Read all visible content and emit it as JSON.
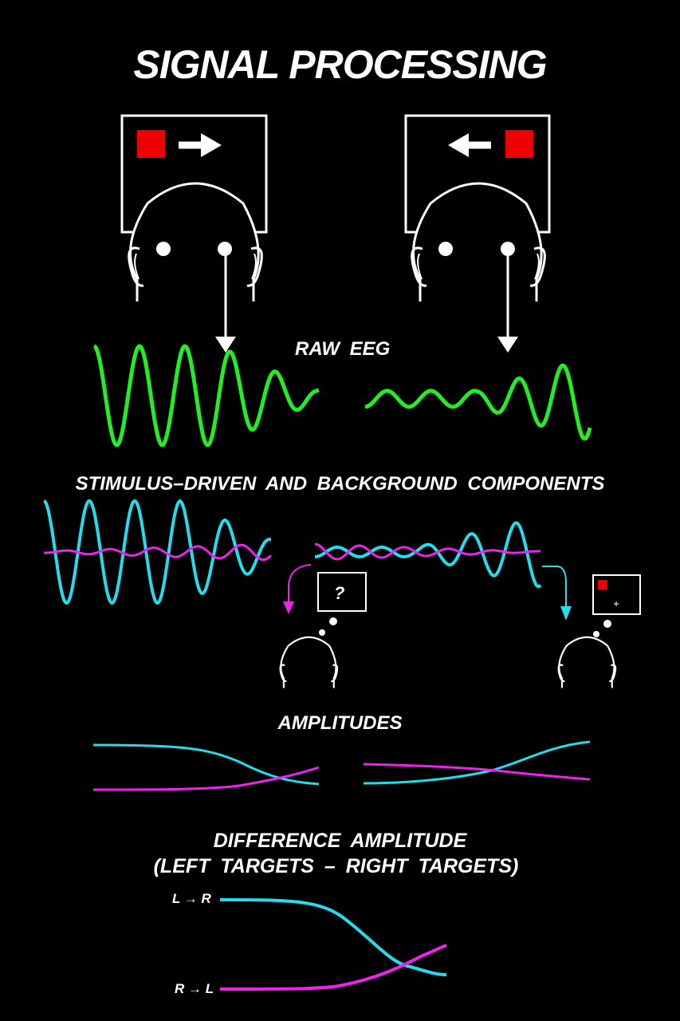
{
  "title": "SIGNAL PROCESSING",
  "sections": {
    "raw_eeg": "RAW  EEG",
    "components": "STIMULUS–DRIVEN  AND  BACKGROUND  COMPONENTS",
    "amplitudes": "AMPLITUDES",
    "difference_line1": "DIFFERENCE  AMPLITUDE",
    "difference_line2": "(LEFT TARGETS  –  RIGHT TARGETS)"
  },
  "difference_labels": {
    "left_to_right": "L → R",
    "right_to_left": "R → L"
  },
  "thought_bubble_left": "?",
  "colors": {
    "background": "#000000",
    "foreground": "#ffffff",
    "stimulus": "#ee0000",
    "raw_eeg": "#22ee22",
    "stimulus_component": "#22ddee",
    "background_component": "#ee22ee"
  },
  "icons": [
    "head-icon",
    "electrode-icon",
    "arrow-right-icon",
    "arrow-left-icon",
    "stimulus-square-icon",
    "thought-bubble-icon"
  ]
}
